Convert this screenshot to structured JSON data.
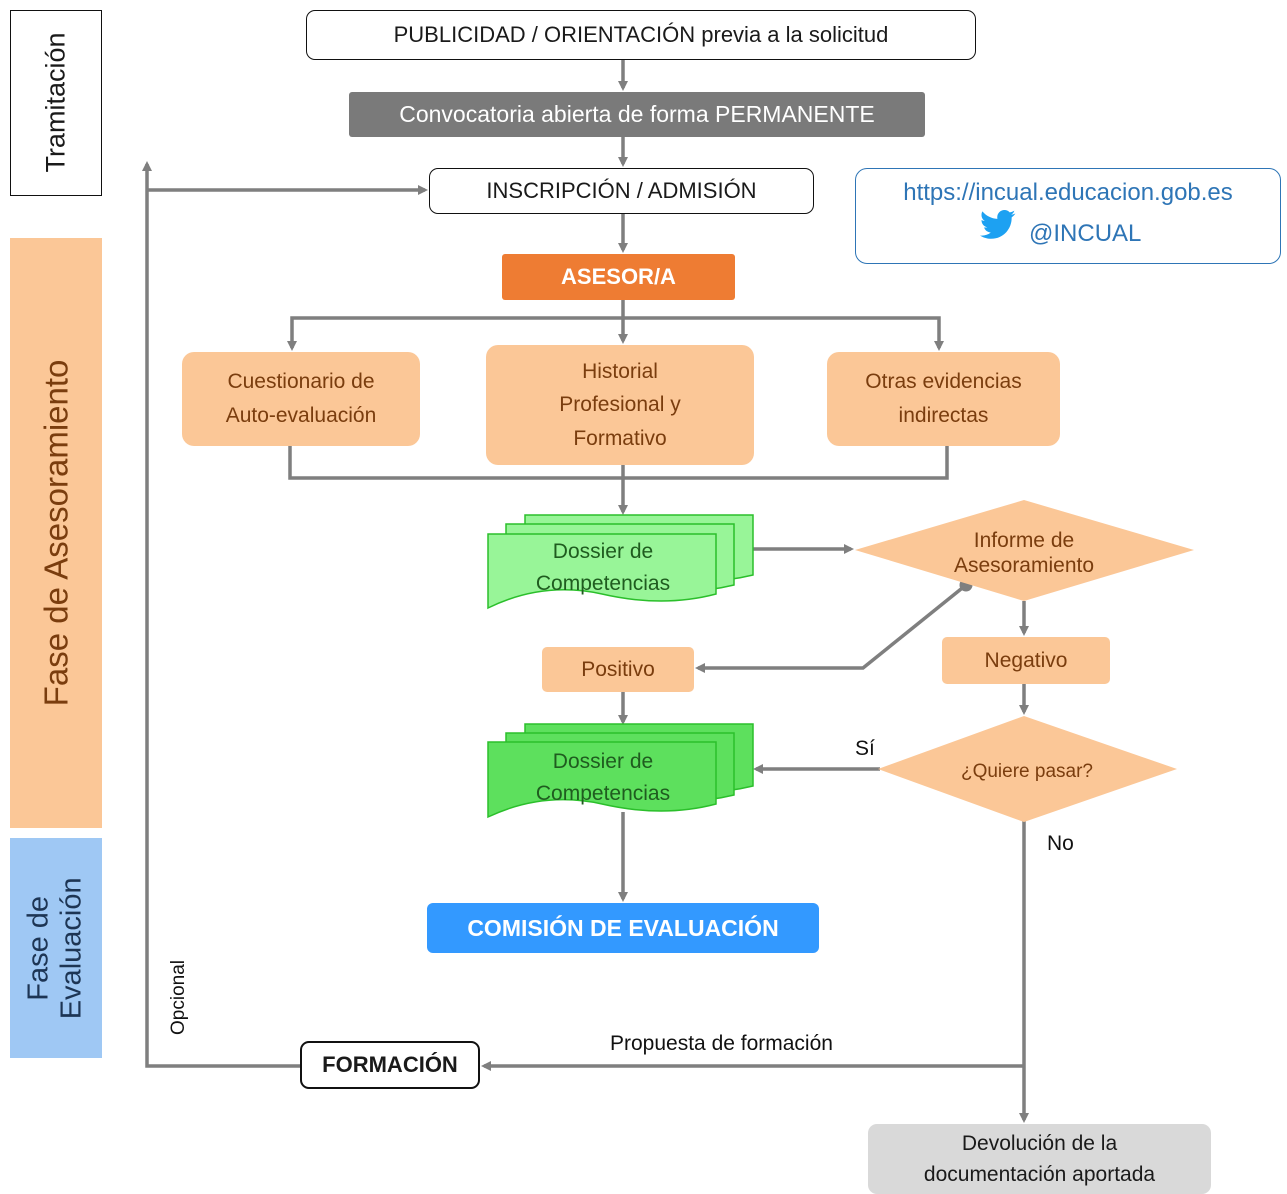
{
  "phases": {
    "tramitacion": "Tramitación",
    "asesoramiento": "Fase de Asesoramiento",
    "evaluacion_line1": "Fase de",
    "evaluacion_line2": "Evaluación"
  },
  "nodes": {
    "publicidad": "PUBLICIDAD / ORIENTACIÓN previa a la solicitud",
    "convocatoria": "Convocatoria abierta de forma PERMANENTE",
    "inscripcion": "INSCRIPCIÓN / ADMISIÓN",
    "asesor": "ASESOR/A",
    "cuestionario_line1": "Cuestionario de",
    "cuestionario_line2": "Auto-evaluación",
    "historial_line1": "Historial",
    "historial_line2": "Profesional y",
    "historial_line3": "Formativo",
    "otras_line1": "Otras evidencias",
    "otras_line2": "indirectas",
    "dossier1_line1": "Dossier de",
    "dossier1_line2": "Competencias",
    "informe_line1": "Informe de",
    "informe_line2": "Asesoramiento",
    "positivo": "Positivo",
    "negativo": "Negativo",
    "dossier2_line1": "Dossier de",
    "dossier2_line2": "Competencias",
    "quiere_pasar": "¿Quiere pasar?",
    "comision": "COMISIÓN DE EVALUACIÓN",
    "formacion": "FORMACIÓN",
    "devolucion_line1": "Devolución de la",
    "devolucion_line2": "documentación aportada"
  },
  "edge_labels": {
    "si": "Sí",
    "no": "No",
    "propuesta": "Propuesta de formación",
    "opcional": "Opcional"
  },
  "info": {
    "url": "https://incual.educacion.gob.es",
    "twitter": "@INCUAL"
  },
  "colors": {
    "arrow": "#7f7f7f",
    "peach": "#fbc797",
    "peach_text": "#7a3d0e",
    "orange": "#ee7c33",
    "dark_gray": "#7a7a7a",
    "blue_button": "#3399ff",
    "blue_phase": "#9fc8f4",
    "link_blue": "#2e75b6",
    "green_light": "#98f598",
    "green_bright": "#5de05d",
    "light_gray": "#d9d9d9"
  },
  "icons": {
    "twitter": "twitter-bird-icon"
  }
}
